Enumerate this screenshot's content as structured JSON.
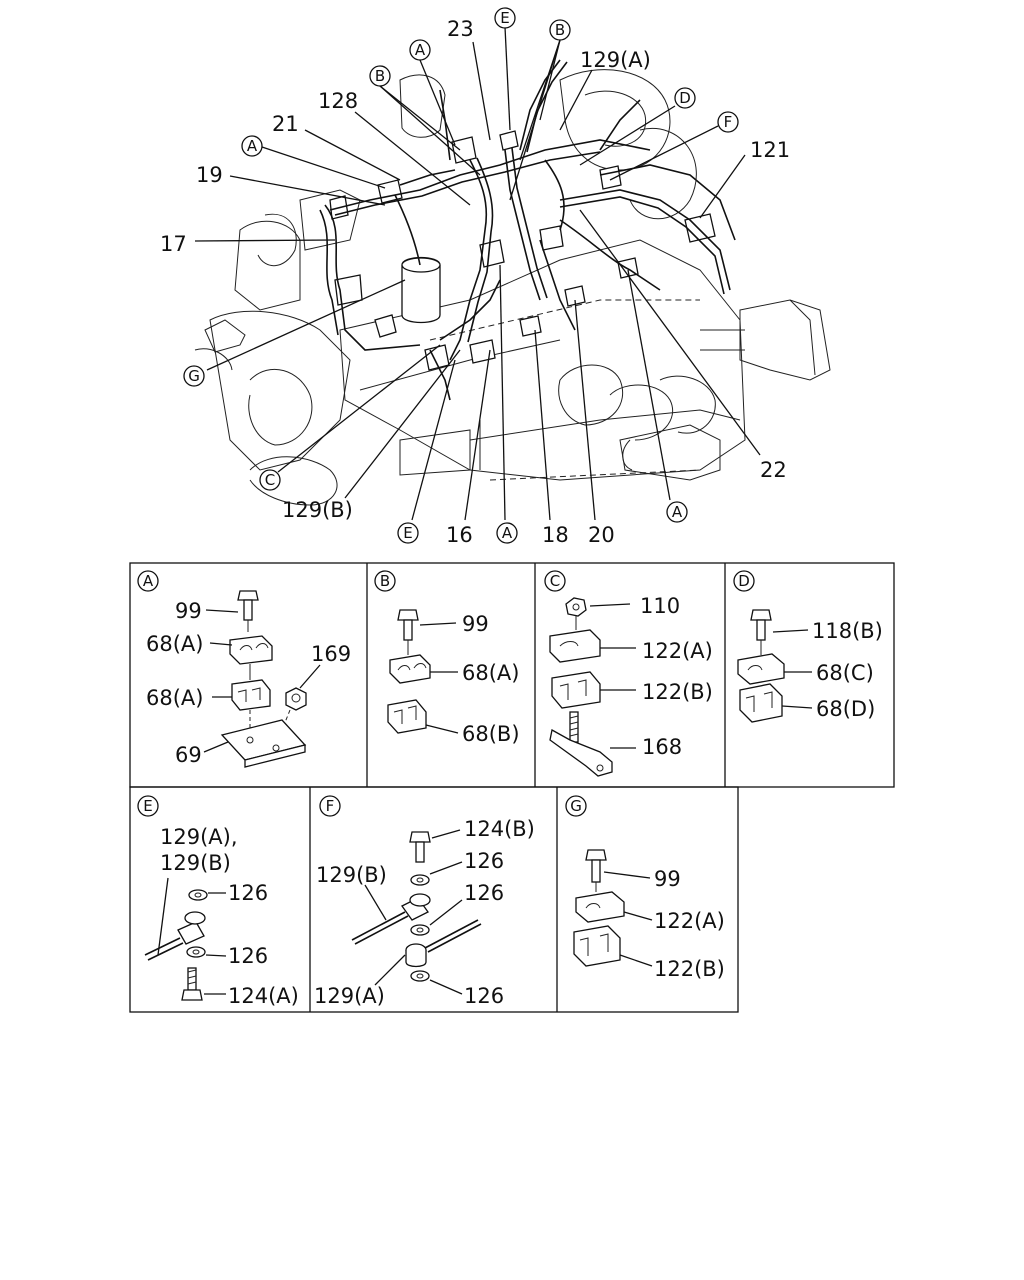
{
  "main_view": {
    "labels": {
      "l23": "23",
      "l129a_top": "129(A)",
      "l128": "128",
      "l21": "21",
      "l19": "19",
      "l17": "17",
      "l121": "121",
      "l22": "22",
      "l129b_bottom": "129(B)",
      "l16": "16",
      "l18": "18",
      "l20": "20"
    },
    "circled": {
      "c_e_top": "E",
      "c_b_top": "B",
      "c_a_top": "A",
      "c_b_left": "B",
      "c_d_right": "D",
      "c_f_right": "F",
      "c_a_left": "A",
      "c_g": "G",
      "c_c": "C",
      "c_e_bottom": "E",
      "c_a_bottom": "A",
      "c_a_right": "A"
    }
  },
  "panels": {
    "A": {
      "tag": "A",
      "labels": {
        "p99": "99",
        "p68a_1": "68(A)",
        "p169": "169",
        "p68a_2": "68(A)",
        "p69": "69"
      }
    },
    "B": {
      "tag": "B",
      "labels": {
        "p99": "99",
        "p68a": "68(A)",
        "p68b": "68(B)"
      }
    },
    "C": {
      "tag": "C",
      "labels": {
        "p110": "110",
        "p122a": "122(A)",
        "p122b": "122(B)",
        "p168": "168"
      }
    },
    "D": {
      "tag": "D",
      "labels": {
        "p118b": "118(B)",
        "p68c": "68(C)",
        "p68d": "68(D)"
      }
    },
    "E": {
      "tag": "E",
      "labels": {
        "p129ab_1": "129(A),",
        "p129ab_2": "129(B)",
        "p126_1": "126",
        "p126_2": "126",
        "p124a": "124(A)"
      }
    },
    "F": {
      "tag": "F",
      "labels": {
        "p124b": "124(B)",
        "p126_1": "126",
        "p129b": "129(B)",
        "p126_2": "126",
        "p129a": "129(A)",
        "p126_3": "126"
      }
    },
    "G": {
      "tag": "G",
      "labels": {
        "p99": "99",
        "p122a": "122(A)",
        "p122b": "122(B)"
      }
    }
  }
}
